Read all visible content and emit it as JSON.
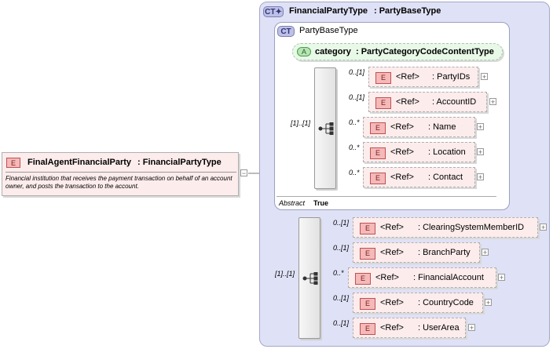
{
  "root": {
    "badge": "E",
    "name": "FinalAgentFinancialParty",
    "type": ": FinancialPartyType",
    "description": "Financial institution that receives the payment transaction on behalf of an account owner, and posts the transaction to the account."
  },
  "complex_type": {
    "badge": "CT",
    "name": "FinancialPartyType",
    "base": ": PartyBaseType"
  },
  "base_type": {
    "badge": "CT",
    "name": "PartyBaseType",
    "attribute": {
      "badge": "A",
      "name": "category",
      "type": ": PartyCategoryCodeContentType"
    },
    "abstract_label": "Abstract",
    "abstract_value": "True",
    "sequence_multiplicity": "[1]..[1]",
    "elements": [
      {
        "badge": "E",
        "ref": "<Ref>",
        "name": ": PartyIDs",
        "mult": "0..[1]"
      },
      {
        "badge": "E",
        "ref": "<Ref>",
        "name": ": AccountID",
        "mult": "0..[1]"
      },
      {
        "badge": "E",
        "ref": "<Ref>",
        "name": ": Name",
        "mult": "0..*"
      },
      {
        "badge": "E",
        "ref": "<Ref>",
        "name": ": Location",
        "mult": "0..*"
      },
      {
        "badge": "E",
        "ref": "<Ref>",
        "name": ": Contact",
        "mult": "0..*"
      }
    ]
  },
  "extension": {
    "sequence_multiplicity": "[1]..[1]",
    "elements": [
      {
        "badge": "E",
        "ref": "<Ref>",
        "name": ": ClearingSystemMemberID",
        "mult": "0..[1]"
      },
      {
        "badge": "E",
        "ref": "<Ref>",
        "name": ": BranchParty",
        "mult": "0..[1]"
      },
      {
        "badge": "E",
        "ref": "<Ref>",
        "name": ": FinancialAccount",
        "mult": "0..*"
      },
      {
        "badge": "E",
        "ref": "<Ref>",
        "name": ": CountryCode",
        "mult": "0..[1]"
      },
      {
        "badge": "E",
        "ref": "<Ref>",
        "name": ": UserArea",
        "mult": "0..[1]"
      }
    ]
  },
  "expand_symbol": "+",
  "collapse_symbol": "−",
  "colors": {
    "ct_fill": "#dfe1f6",
    "element_fill": "#fdecec",
    "element_badge": "#f5b9b9",
    "attribute_fill": "#e8f9e8"
  }
}
